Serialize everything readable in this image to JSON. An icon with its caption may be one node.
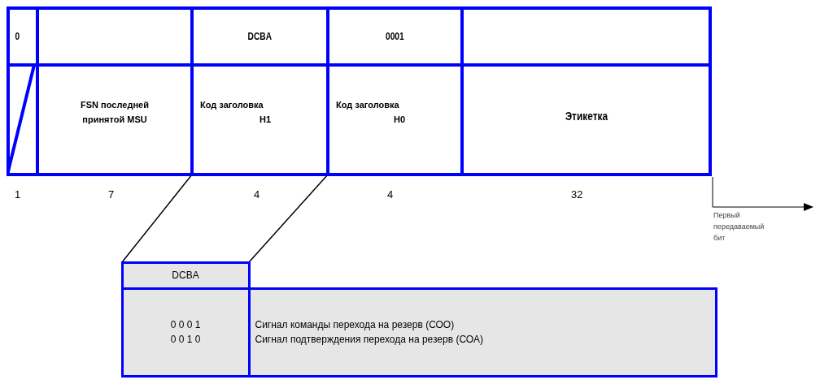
{
  "diagram": {
    "nodes": [
      {
        "text": [
          "0"
        ]
      },
      {
        "text": [],
        "shape": "box"
      },
      {
        "text": [
          "DCBA"
        ]
      },
      {
        "text": [
          "0001"
        ]
      },
      {
        "text": [],
        "shape": "box"
      },
      {
        "text": [],
        "shape": "box"
      },
      {
        "text": [
          "FSN последней принятой MSU"
        ]
      },
      {
        "text": [
          "Код заголовка",
          "H1"
        ]
      },
      {
        "text": [
          "Код заголовка",
          "H0"
        ]
      },
      {
        "text": [
          "Этикетка"
        ]
      },
      {
        "text": [
          "DCBA"
        ]
      },
      {
        "text": [
          "0 0 0 1",
          "0 0 1 0"
        ]
      },
      {
        "text": [
          "Сигнал команды перехода на резерв (СОО)",
          "Сигнал подтверждения перехода на резерв (СОА)"
        ]
      }
    ],
    "edges": [
      {
        "from": 7,
        "to": 10,
        "arrow": "none"
      },
      {
        "from": 7,
        "to": 10,
        "arrow": "none"
      }
    ],
    "labels": [
      "1",
      "7",
      "4",
      "4",
      "32",
      "Первый передаваемый бит"
    ]
  }
}
